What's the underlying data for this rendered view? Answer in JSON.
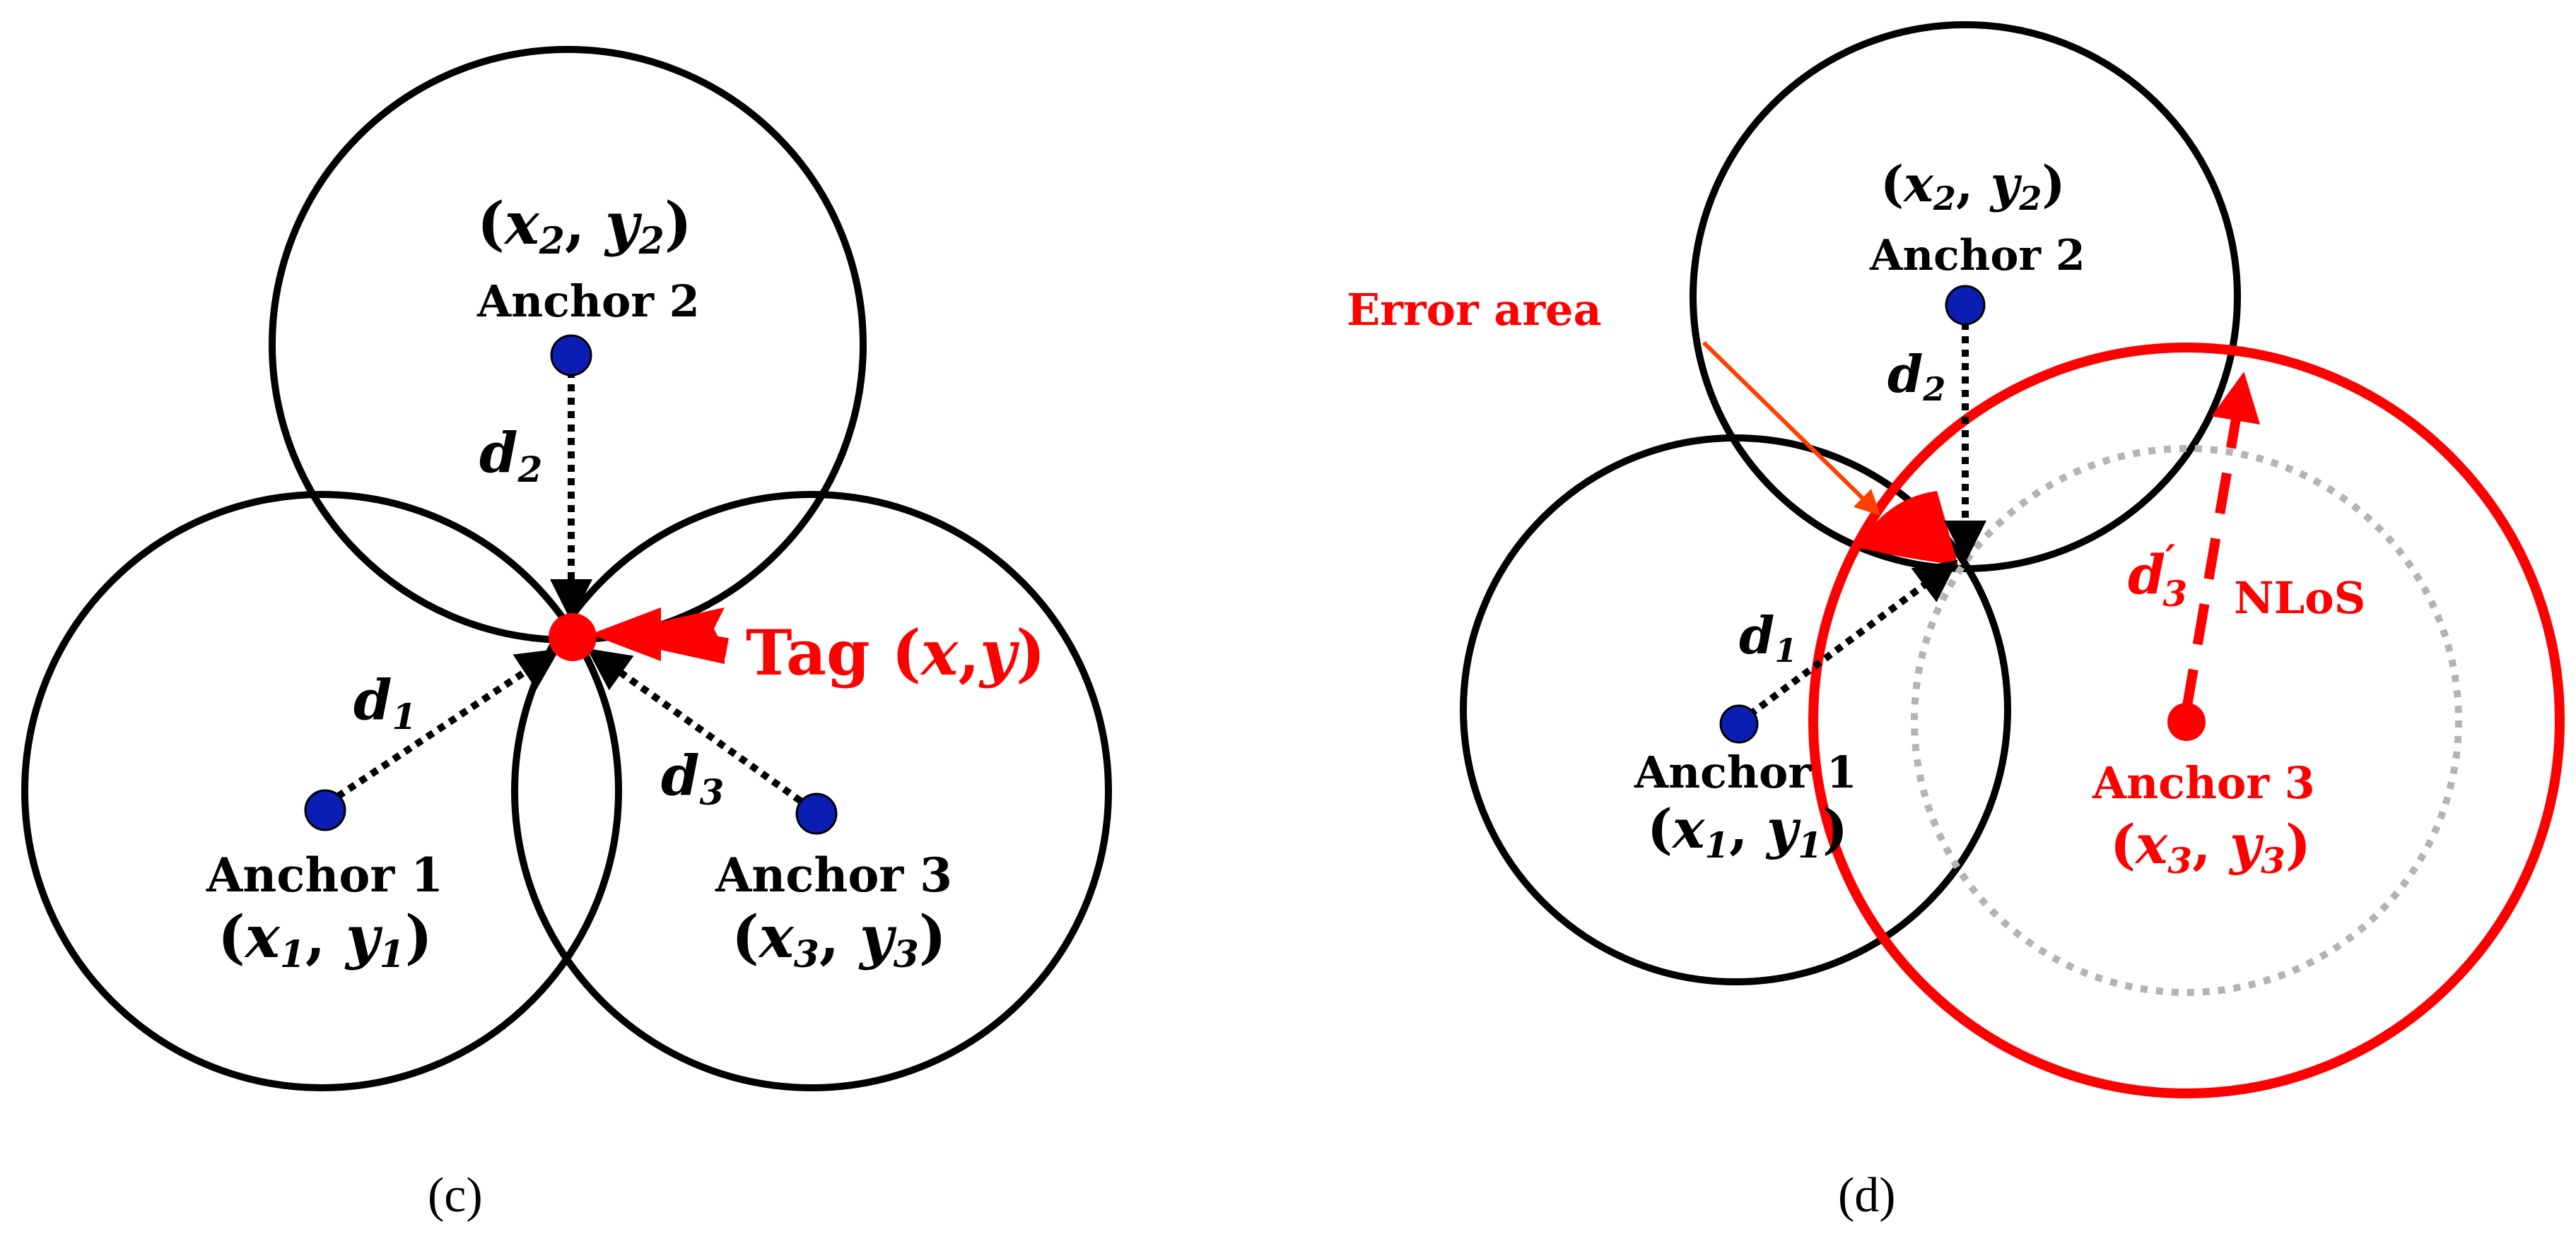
{
  "panels": {
    "c": {
      "caption": "(c)",
      "anchor1": {
        "name": "Anchor 1",
        "coord": {
          "x": "x",
          "xs": "1",
          "y": "y",
          "ys": "1"
        }
      },
      "anchor2": {
        "name": "Anchor 2",
        "coord": {
          "x": "x",
          "xs": "2",
          "y": "y",
          "ys": "2"
        }
      },
      "anchor3": {
        "name": "Anchor 3",
        "coord": {
          "x": "x",
          "xs": "3",
          "y": "y",
          "ys": "3"
        }
      },
      "d1": {
        "base": "d",
        "sub": "1"
      },
      "d2": {
        "base": "d",
        "sub": "2"
      },
      "d3": {
        "base": "d",
        "sub": "3"
      },
      "tag": {
        "word": "Tag",
        "x": "x",
        "y": "y"
      }
    },
    "d": {
      "caption": "(d)",
      "anchor1": {
        "name": "Anchor 1",
        "coord": {
          "x": "x",
          "xs": "1",
          "y": "y",
          "ys": "1"
        }
      },
      "anchor2": {
        "name": "Anchor 2",
        "coord": {
          "x": "x",
          "xs": "2",
          "y": "y",
          "ys": "2"
        }
      },
      "anchor3": {
        "name": "Anchor 3",
        "coord": {
          "x": "x",
          "xs": "3",
          "y": "y",
          "ys": "3"
        }
      },
      "d1": {
        "base": "d",
        "sub": "1"
      },
      "d2": {
        "base": "d",
        "sub": "2"
      },
      "d3prime": {
        "base": "d",
        "prime": "′",
        "sub": "3"
      },
      "nlos": "NLoS",
      "error_area": "Error area"
    }
  },
  "colors": {
    "circle": "#000000",
    "anchor": "#0a1eb4",
    "tag": "#ff0000",
    "nlos": "#ff0000",
    "dotted_circle": "#b4b4b4",
    "error_arrow": "#ff4000"
  }
}
